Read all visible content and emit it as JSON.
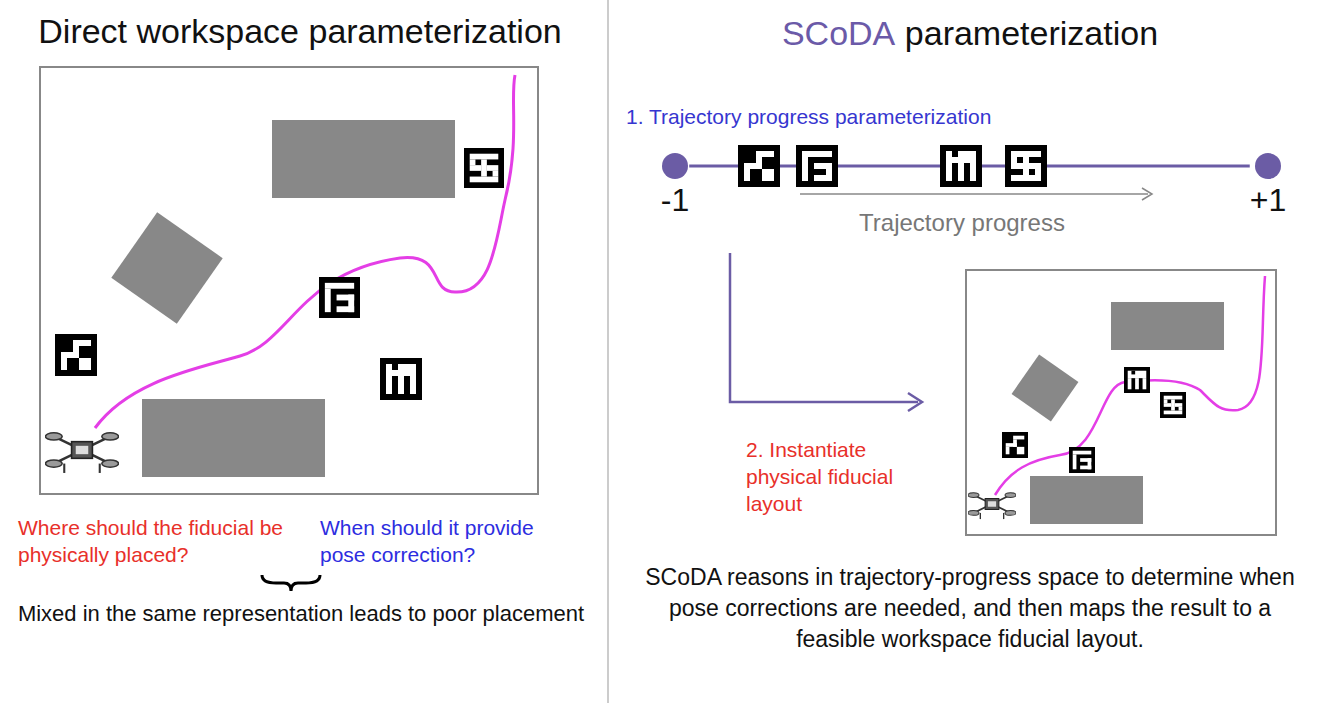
{
  "diagram": {
    "caption": "SCoDA reasons in trajectory-progress space to determine when pose corrections are needed, and then maps the result to a feasible workspace fiducial layout.",
    "nodes": [
      {
        "text": [
          "-1"
        ]
      },
      {
        "text": [
          "+1"
        ]
      }
    ],
    "edges": [
      {
        "from": 0,
        "to": 1,
        "arrow": "none"
      }
    ],
    "labels": [
      "Direct workspace parameterization",
      "Where should the fiducial be physically placed?",
      "When should it provide pose correction?",
      "Mixed in the same representation leads to poor placement",
      "SCoDA",
      "parameterization",
      "1. Trajectory progress parameterization",
      "Trajectory progress",
      "2. Instantiate physical fiducial layout"
    ]
  }
}
